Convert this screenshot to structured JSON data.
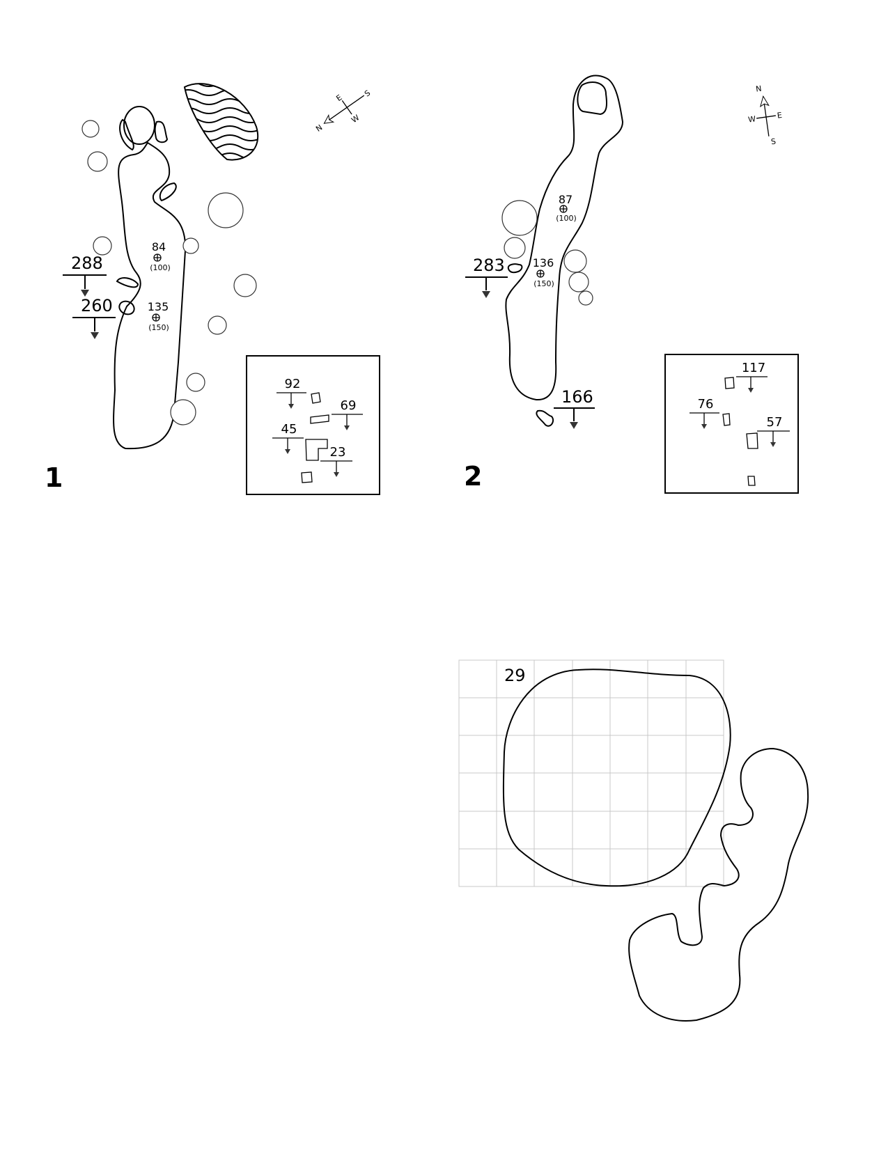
{
  "holes": [
    {
      "number": "1",
      "tee_markers": [
        "288",
        "260"
      ],
      "sprinklers": [
        {
          "yards": "84",
          "label": "(100)"
        },
        {
          "yards": "135",
          "label": "(150)"
        }
      ],
      "green_inset_yardages": [
        "92",
        "69",
        "45",
        "23"
      ],
      "compass": {
        "n": "N",
        "e": "E",
        "w": "W",
        "s": "S"
      }
    },
    {
      "number": "2",
      "tee_markers": [
        "283",
        "166"
      ],
      "sprinklers": [
        {
          "yards": "87",
          "label": "(100)"
        },
        {
          "yards": "136",
          "label": "(150)"
        }
      ],
      "green_inset_yardages": [
        "117",
        "76",
        "57"
      ],
      "compass": {
        "n": "N",
        "e": "E",
        "w": "W",
        "s": "S"
      }
    }
  ],
  "green_detail": {
    "label": "29"
  }
}
